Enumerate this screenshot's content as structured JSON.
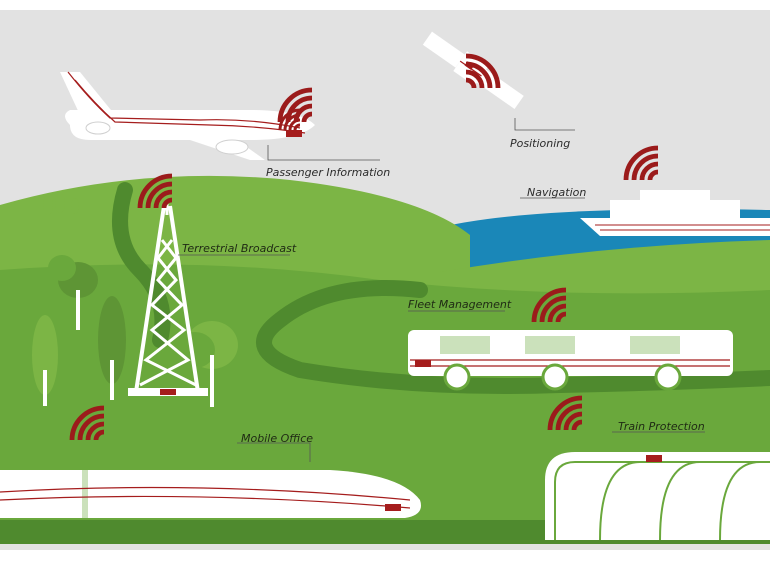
{
  "labels": {
    "passenger_information": "Passenger Information",
    "positioning": "Positioning",
    "navigation": "Navigation",
    "terrestrial_broadcast": "Terrestrial Broadcast",
    "fleet_management": "Fleet Management",
    "mobile_office": "Mobile Office",
    "train_protection": "Train Protection"
  },
  "colors": {
    "sky": "#e2e2e2",
    "hill_light": "#7cb545",
    "hill_dark": "#5e9535",
    "road": "#4f8a2e",
    "water": "#1a87b8",
    "vehicle": "#ffffff",
    "signal": "#9b1b1b",
    "detail_line": "#a51d1d"
  },
  "icons": [
    "airplane-icon",
    "satellite-icon",
    "ship-icon",
    "broadcast-tower-icon",
    "bus-icon",
    "train-icon",
    "tunnel-icon",
    "tree-icon",
    "signal-waves-icon"
  ]
}
